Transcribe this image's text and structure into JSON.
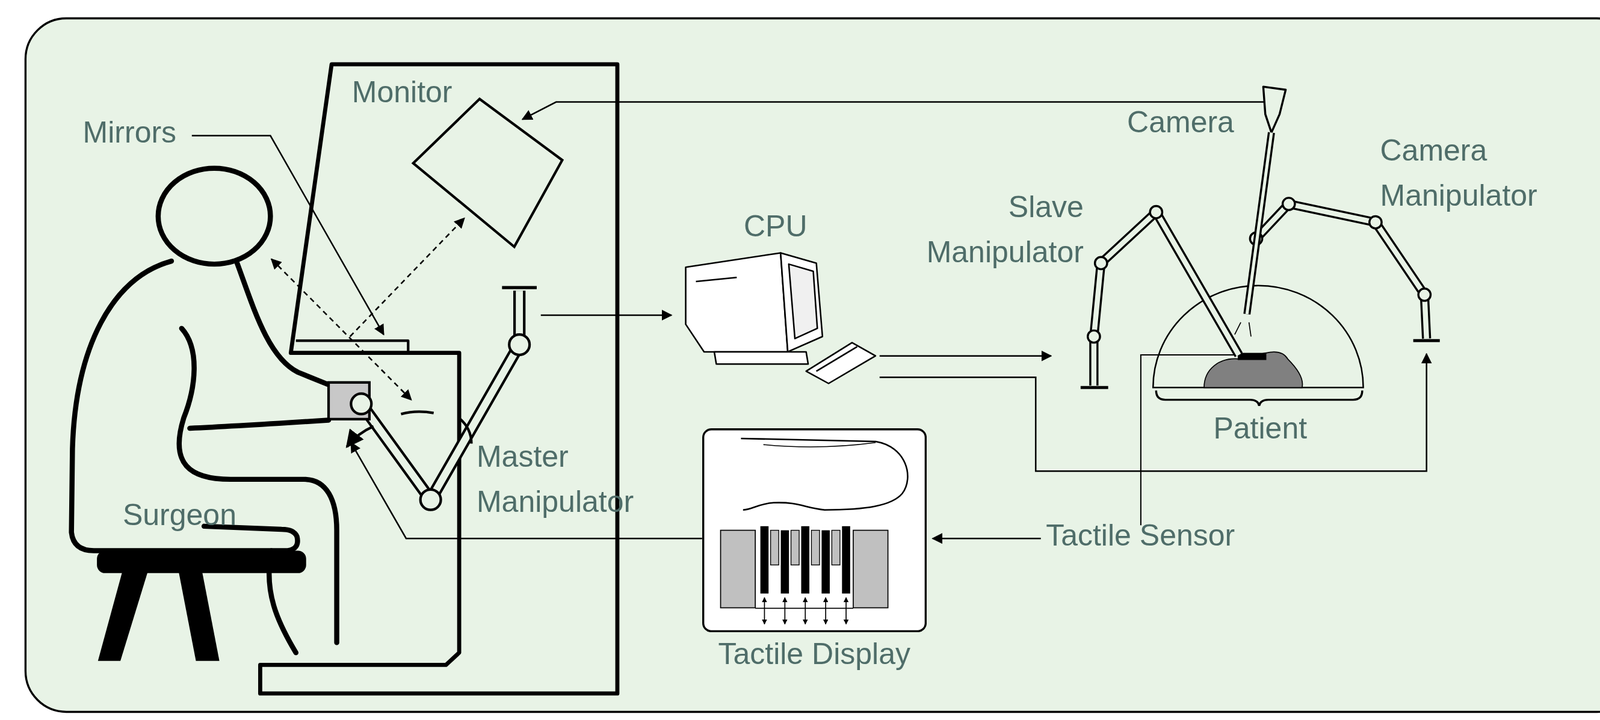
{
  "diagram": {
    "nodes": [
      {
        "text": [
          "Tactile Display"
        ]
      }
    ],
    "labels": [
      "Monitor",
      "Mirrors",
      "Camera",
      "Camera Manipulator",
      "CPU",
      "Slave Manipulator",
      "Master Manipulator",
      "Surgeon",
      "Patient",
      "Tactile Sensor"
    ]
  }
}
